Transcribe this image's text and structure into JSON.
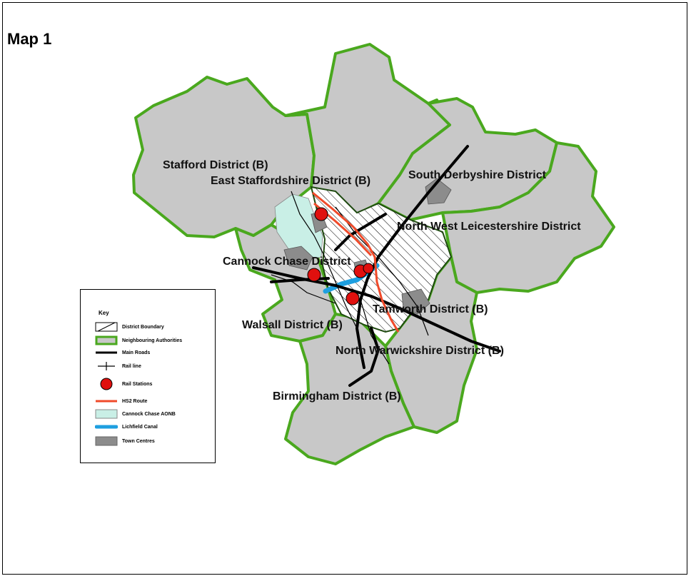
{
  "map": {
    "title": "Map 1",
    "districts": [
      {
        "name": "Stafford District (B)"
      },
      {
        "name": "East Staffordshire District (B)"
      },
      {
        "name": "South Derbyshire District"
      },
      {
        "name": "North West Leicestershire District"
      },
      {
        "name": "Cannock Chase District"
      },
      {
        "name": "Tamworth District (B)"
      },
      {
        "name": "Walsall District (B)"
      },
      {
        "name": "North Warwickshire District (B)"
      },
      {
        "name": "Birmingham District (B)"
      }
    ]
  },
  "key": {
    "title": "Key",
    "items": [
      {
        "label": "District Boundary",
        "icon": "hatched-box"
      },
      {
        "label": "Neighbouring Authorities",
        "icon": "grey-green-box"
      },
      {
        "label": "Main Roads",
        "icon": "black-line"
      },
      {
        "label": "Rail line",
        "icon": "rail-cross"
      },
      {
        "label": "Rail Stations",
        "icon": "red-circle"
      },
      {
        "label": "HS2 Route",
        "icon": "red-line"
      },
      {
        "label": "Cannock Chase AONB",
        "icon": "pale-cyan-box"
      },
      {
        "label": "Lichfield Canal",
        "icon": "blue-line"
      },
      {
        "label": "Town Centres",
        "icon": "dark-grey-box"
      }
    ]
  },
  "colors": {
    "neighbour_fill": "#c8c8c8",
    "neighbour_border": "#4aa81e",
    "aonb": "#c9efe6",
    "canal": "#1e9fe0",
    "hs2": "#f04a2a",
    "station": "#e0100e",
    "town_centre": "#8c8c8c",
    "road": "#000000"
  }
}
